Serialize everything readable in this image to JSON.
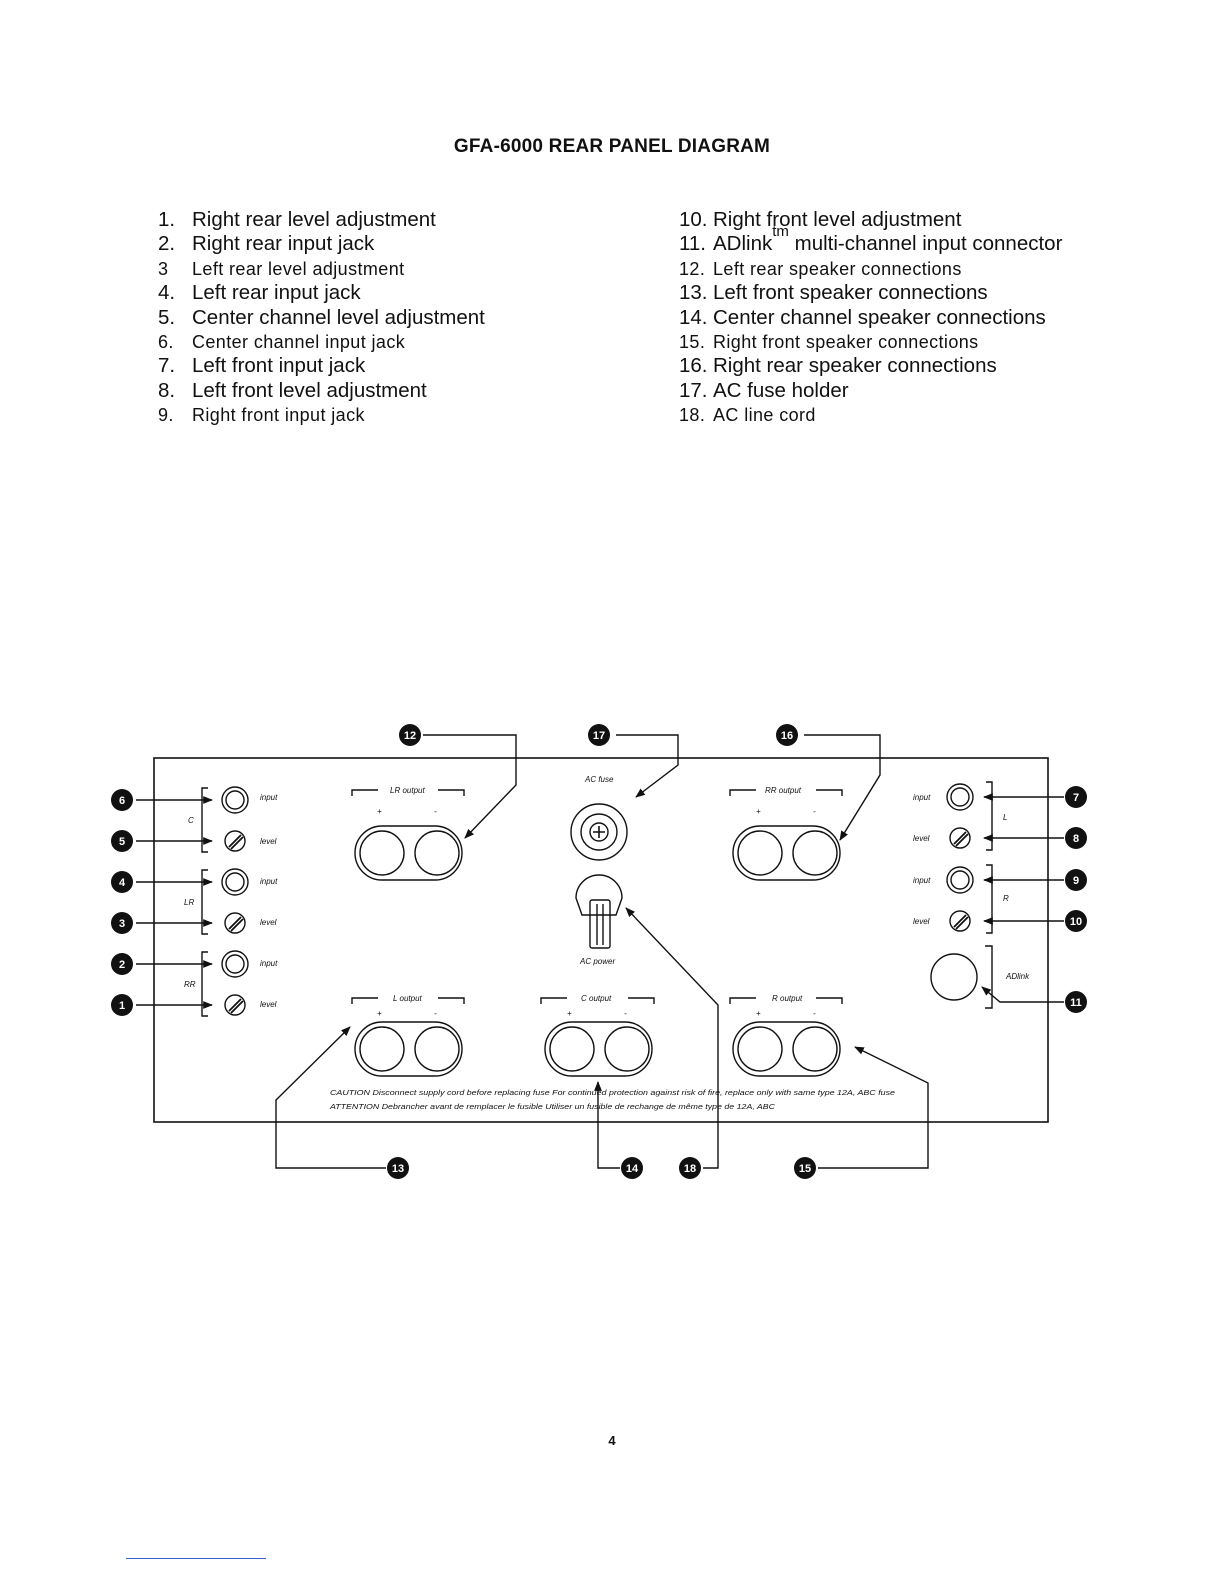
{
  "title": "GFA-6000 REAR PANEL DIAGRAM",
  "legend_left": [
    {
      "num": "1.",
      "text": "Right rear level adjustment"
    },
    {
      "num": "2.",
      "text": "Right rear input jack"
    },
    {
      "num": "3",
      "text": "Left rear level adjustment"
    },
    {
      "num": "4.",
      "text": "Left rear input jack"
    },
    {
      "num": "5.",
      "text": "Center channel level adjustment"
    },
    {
      "num": "6.",
      "text": "Center channel input jack"
    },
    {
      "num": "7.",
      "text": "Left front input jack"
    },
    {
      "num": "8.",
      "text": "Left front level adjustment"
    },
    {
      "num": "9.",
      "text": "Right front input jack"
    }
  ],
  "legend_right": [
    {
      "num": "10.",
      "text": "Right front level adjustment"
    },
    {
      "num": "11.",
      "pre": "ADlink",
      "sup": "tm",
      "text": " multi-channel input connector"
    },
    {
      "num": "12.",
      "text": "Left rear speaker connections"
    },
    {
      "num": "13.",
      "text": "Left front speaker connections"
    },
    {
      "num": "14.",
      "text": "Center channel speaker connections"
    },
    {
      "num": "15.",
      "text": "Right front speaker connections"
    },
    {
      "num": "16.",
      "text": "Right rear speaker connections"
    },
    {
      "num": "17.",
      "text": "AC fuse holder"
    },
    {
      "num": "18.",
      "text": "AC line cord"
    }
  ],
  "panel": {
    "group_left": {
      "c": "C",
      "lr": "LR",
      "rr": "RR"
    },
    "group_right": {
      "l": "L",
      "r": "R"
    },
    "jack_input": "input",
    "jack_level": "level",
    "adlink": "ADlink",
    "lr_output": "LR output",
    "rr_output": "RR output",
    "l_output": "L output",
    "c_output": "C output",
    "r_output": "R output",
    "plus": "+",
    "minus": "-",
    "ac_fuse": "AC fuse",
    "ac_power": "AC power",
    "caution": "CAUTION  Disconnect supply cord before replacing fuse   For continued protection against risk of fire, replace only with same type 12A, ABC fuse",
    "attention": "ATTENTION  Debrancher avant de remplacer le fusible   Utiliser un fusible de rechange de même type de 12A, ABC"
  },
  "callouts": [
    "1",
    "2",
    "3",
    "4",
    "5",
    "6",
    "7",
    "8",
    "9",
    "10",
    "11",
    "12",
    "13",
    "14",
    "15",
    "16",
    "17",
    "18"
  ],
  "page_number": "4"
}
